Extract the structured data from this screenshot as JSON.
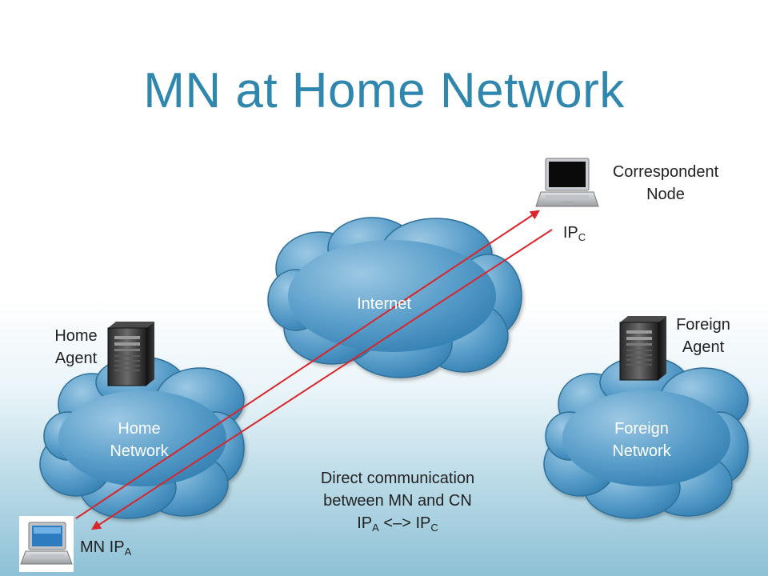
{
  "title": "MN at Home Network",
  "clouds": {
    "internet": "Internet",
    "home_network": [
      "Home",
      "Network"
    ],
    "foreign_network": [
      "Foreign",
      "Network"
    ]
  },
  "nodes": {
    "correspondent_node": [
      "Correspondent",
      "Node"
    ],
    "correspondent_ip": {
      "base": "IP",
      "sub": "C"
    },
    "home_agent": [
      "Home",
      "Agent"
    ],
    "foreign_agent": [
      "Foreign",
      "Agent"
    ],
    "mobile_node": {
      "prefix": "MN IP",
      "sub": "A"
    }
  },
  "caption": {
    "line1": "Direct communication",
    "line2": "between MN and CN",
    "line3": {
      "ip_a": "IP",
      "ip_a_sub": "A",
      "arrow": " <–> ",
      "ip_c": "IP",
      "ip_c_sub": "C"
    }
  },
  "colors": {
    "title": "#2f87ad",
    "cloud": "#3f8fbf",
    "arrow": "#d8262b"
  },
  "icons": [
    "laptop-icon",
    "server-icon"
  ]
}
